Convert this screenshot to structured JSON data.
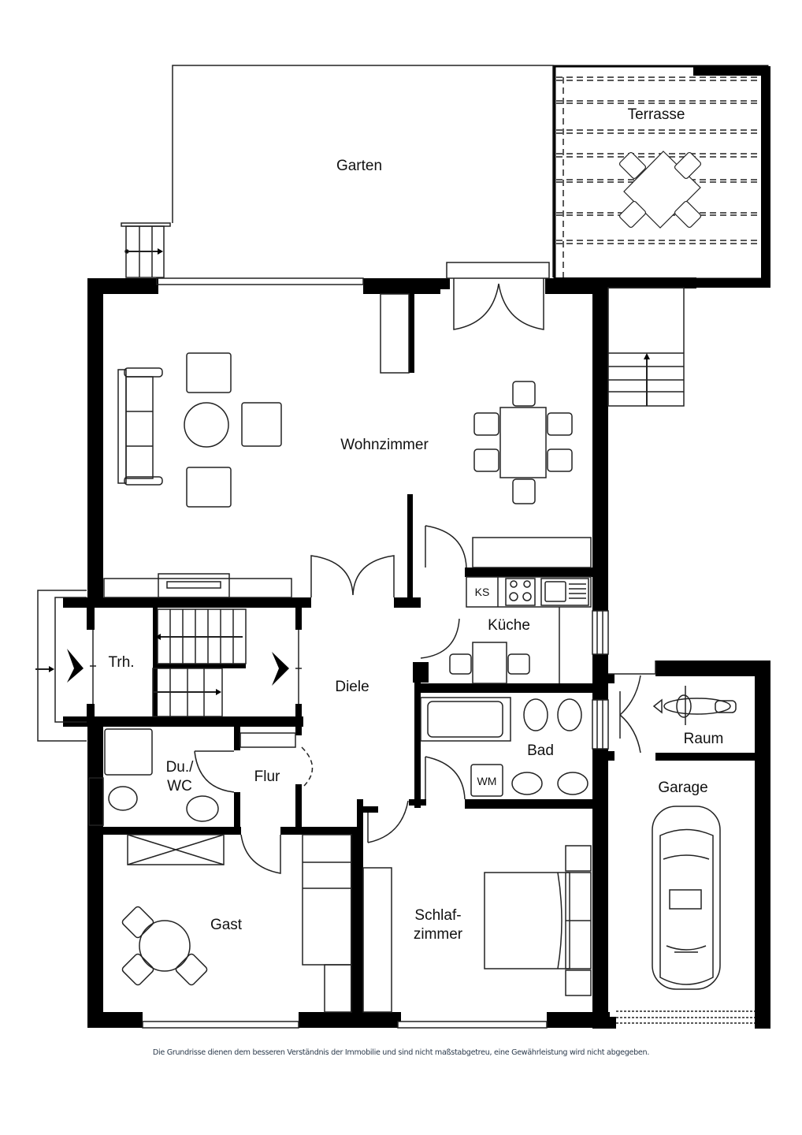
{
  "floorplan": {
    "rooms": {
      "garten": "Garten",
      "terrasse": "Terrasse",
      "wohnzimmer": "Wohnzimmer",
      "kueche": "Küche",
      "kuehlschrank": "KS",
      "treppenhaus": "Trh.",
      "diele": "Diele",
      "bad": "Bad",
      "waschmaschine": "WM",
      "dusche_wc": "Du./\nWC",
      "flur": "Flur",
      "raum": "Raum",
      "garage": "Garage",
      "gast": "Gast",
      "schlafzimmer": "Schlaf-\nzimmer"
    },
    "colors": {
      "wall": "#000000",
      "line": "#222222",
      "background": "#ffffff",
      "disclaimer": "#2b3a4c"
    }
  },
  "footer": {
    "disclaimer": "Die Grundrisse dienen dem besseren Verständnis der Immobilie und sind nicht maßstabgetreu, eine Gewährleistung wird nicht abgegeben."
  }
}
